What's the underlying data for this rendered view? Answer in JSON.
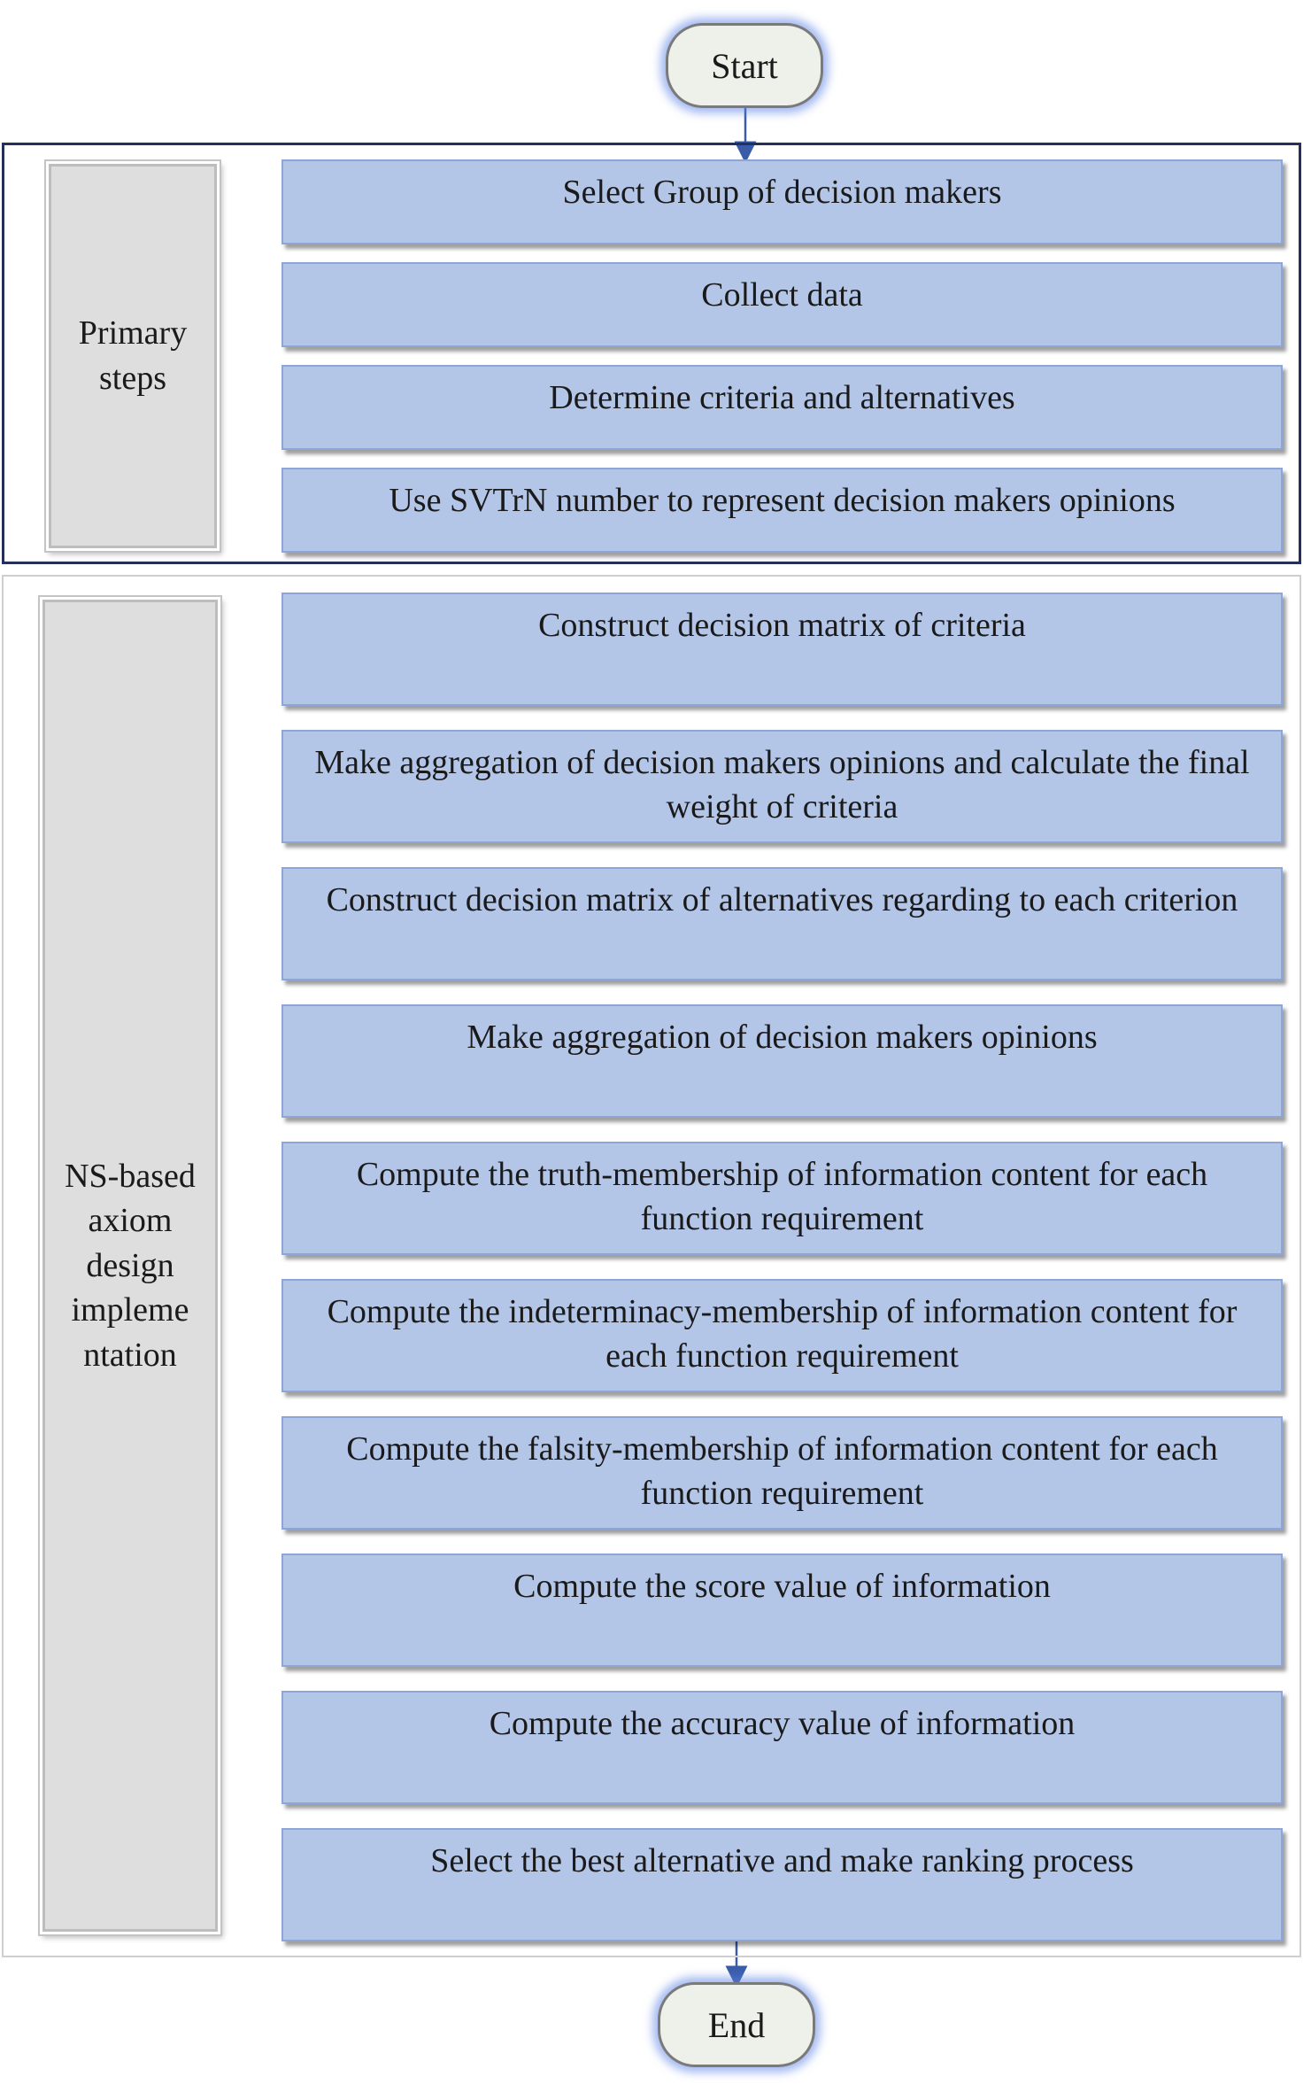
{
  "terminals": {
    "start": "Start",
    "end": "End"
  },
  "groups": {
    "primary": {
      "label": "Primary\nsteps",
      "steps": [
        "Select Group of decision makers",
        "Collect data",
        "Determine criteria and alternatives",
        "Use SVTrN number to represent decision makers opinions"
      ]
    },
    "ns": {
      "label": "NS-based\naxiom\ndesign\nimpleme\nntation",
      "steps": [
        "Construct decision matrix of criteria",
        "Make aggregation of decision makers opinions and calculate the final weight of criteria",
        "Construct decision matrix of alternatives regarding to each criterion",
        "Make aggregation of decision makers opinions",
        "Compute the truth-membership of information content for each function requirement",
        "Compute the indeterminacy-membership of information content for each function requirement",
        "Compute the falsity-membership of information content for each function requirement",
        "Compute the score value of information",
        "Compute the accuracy value of information",
        "Select the best alternative and make ranking process"
      ]
    }
  },
  "colors": {
    "step_fill": "#b4c6e8",
    "step_border": "#8ea6d6",
    "terminal_glow": "#5a82e6",
    "primary_border": "#25305a",
    "arrow": "#3a5ca8"
  }
}
